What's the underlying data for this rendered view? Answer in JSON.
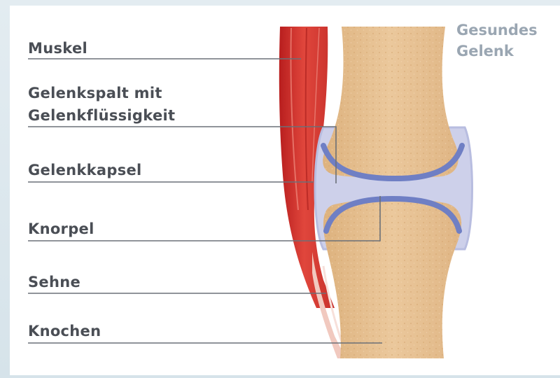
{
  "title": {
    "line1": "Gesundes",
    "line2": "Gelenk"
  },
  "labels": {
    "muskel": "Muskel",
    "gelenkspalt_line1": "Gelenkspalt mit",
    "gelenkspalt_line2": "Gelenkflüssigkeit",
    "gelenkkapsel": "Gelenkkapsel",
    "knorpel": "Knorpel",
    "sehne": "Sehne",
    "knochen": "Knochen"
  },
  "colors": {
    "bone": "#e7c295",
    "cartilage": "#6f7fc4",
    "synovial": "#c9cde8",
    "muscle": "#d5302a",
    "tendon": "#efc2b8",
    "leader": "#6b7078"
  }
}
